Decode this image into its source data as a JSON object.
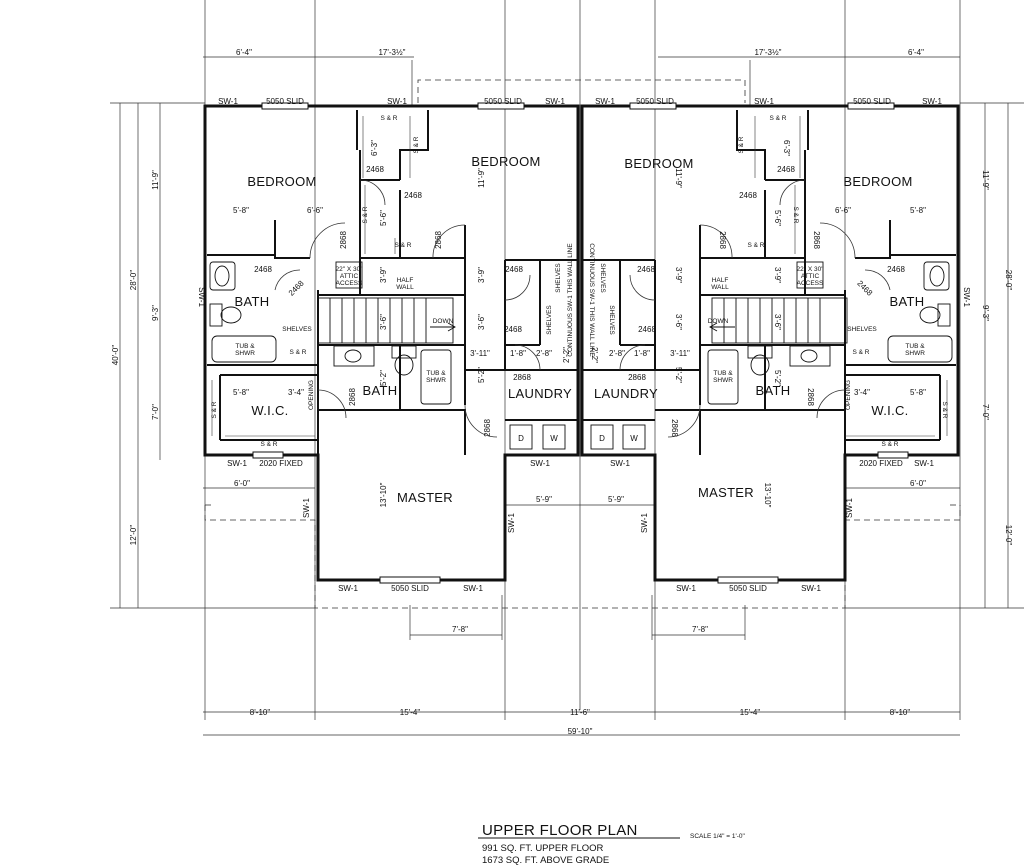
{
  "title": {
    "main": "UPPER FLOOR PLAN",
    "scale": "SCALE 1/4\" = 1'-0\"",
    "line1": "991 SQ. FT. UPPER FLOOR",
    "line2": "1673 SQ. FT. ABOVE GRADE"
  },
  "rooms": {
    "bedroom": "BEDROOM",
    "bath": "BATH",
    "wic": "W.I.C.",
    "master": "MASTER",
    "laundry": "LAUNDRY"
  },
  "labels": {
    "sw": "SW-1",
    "window_slid": "5050 SLID",
    "window_fixed": "2020 FIXED",
    "sr": "S & R",
    "shelves": "SHELVES",
    "tub_l1": "TUB &",
    "tub_l2": "SHWR",
    "half_wall_l1": "HALF",
    "half_wall_l2": "WALL",
    "attic_l1": "22\" X 30\"",
    "attic_l2": "ATTIC",
    "attic_l3": "ACCESS",
    "down": "DOWN",
    "dryer": "D",
    "washer": "W",
    "opening": "OPENING",
    "door_2468": "2468",
    "door_2868": "2868",
    "continuous": "CONTINUOUS SW-1 THIS WALL LINE"
  },
  "dimensions": {
    "d6_4": "6'-4\"",
    "d17_3": "17'-3½\"",
    "d11_9": "11'-9\"",
    "d28_0": "28'-0\"",
    "d40_0": "40'-0\"",
    "d9_3": "9'-3\"",
    "d7_0": "7'-0\"",
    "d12_0": "12'-0\"",
    "d5_8": "5'-8\"",
    "d6_6": "6'-6\"",
    "d6_3": "6'-3\"",
    "d5_6": "5'-6\"",
    "d3_9": "3'-9\"",
    "d3_6": "3'-6\"",
    "d3_11": "3'-11\"",
    "d1_8": "1'-8\"",
    "d2_8": "2'-8\"",
    "d2_2": "2'-2\"",
    "d5_2": "5'-2\"",
    "d3_4": "3'-4\"",
    "d6_0": "6'-0\"",
    "d13_10": "13'-10\"",
    "d5_9": "5'-9\"",
    "d7_8": "7'-8\"",
    "d8_10": "8'-10\"",
    "d15_4": "15'-4\"",
    "d11_6": "11'-6\"",
    "d59_10": "59'-10\""
  }
}
